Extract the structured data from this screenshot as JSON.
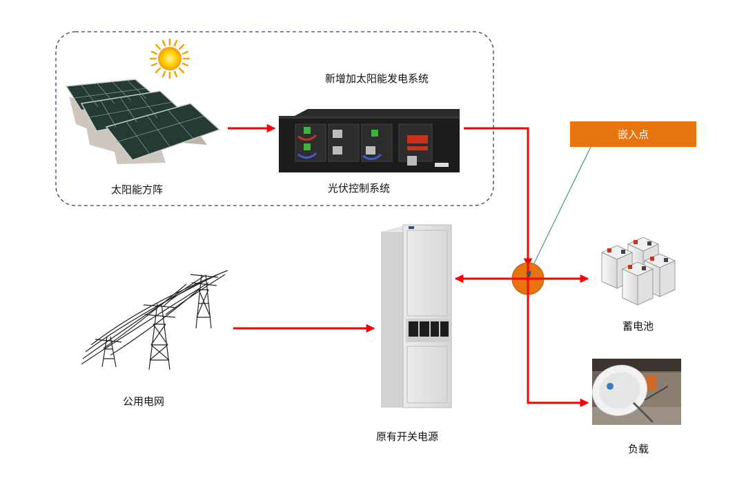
{
  "group_title": "新增加太阳能发电系统",
  "nodes": {
    "solar_array": "太阳能方阵",
    "pv_controller": "光伏控制系统",
    "public_grid": "公用电网",
    "power_supply": "原有开关电源",
    "battery": "蓄电池",
    "load": "负载"
  },
  "callout": "嵌入点",
  "colors": {
    "flow": "#ff0000",
    "group_border": "#2e3f63",
    "callout_bg": "#e8740e",
    "junction": "#e8740e",
    "leader": "#2f7c80"
  }
}
